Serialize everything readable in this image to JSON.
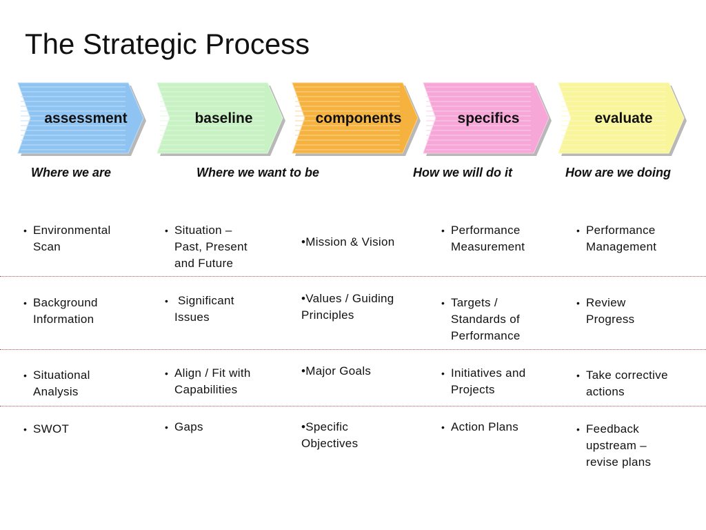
{
  "title": "The Strategic Process",
  "stages": [
    {
      "label": "assessment",
      "subtitle": "Where we are",
      "color": "#8fc4f2",
      "items": [
        [
          "Environmental",
          "Scan"
        ],
        [
          "Background",
          "Information"
        ],
        [
          "Situational",
          "Analysis"
        ],
        [
          "SWOT"
        ]
      ]
    },
    {
      "label": "baseline",
      "subtitle": "Where we want to be",
      "color": "#c8f2c4",
      "items": [
        [
          "Situation –",
          "Past, Present",
          "and Future"
        ],
        [
          " Significant",
          "Issues"
        ],
        [
          "Align / Fit with",
          "Capabilities"
        ],
        [
          "Gaps"
        ]
      ]
    },
    {
      "label": "components",
      "subtitle": "",
      "color": "#f6b23e",
      "items": [
        [
          "•Mission & Vision"
        ],
        [
          "•Values / Guiding",
          "Principles"
        ],
        [
          "•Major Goals"
        ],
        [
          "•Specific",
          "Objectives"
        ]
      ]
    },
    {
      "label": "specifics",
      "subtitle": "How we will do it",
      "color": "#f7a6d8",
      "items": [
        [
          "Performance",
          "Measurement"
        ],
        [
          "Targets /",
          "Standards of",
          "Performance"
        ],
        [
          "Initiatives and",
          "Projects"
        ],
        [
          "Action Plans"
        ]
      ]
    },
    {
      "label": "evaluate",
      "subtitle": "How are we doing",
      "color": "#f9f59a",
      "items": [
        [
          "Performance",
          "Management"
        ],
        [
          "Review",
          "Progress"
        ],
        [
          "Take corrective",
          "actions"
        ],
        [
          "Feedback",
          "upstream –",
          "revise plans"
        ]
      ]
    }
  ]
}
